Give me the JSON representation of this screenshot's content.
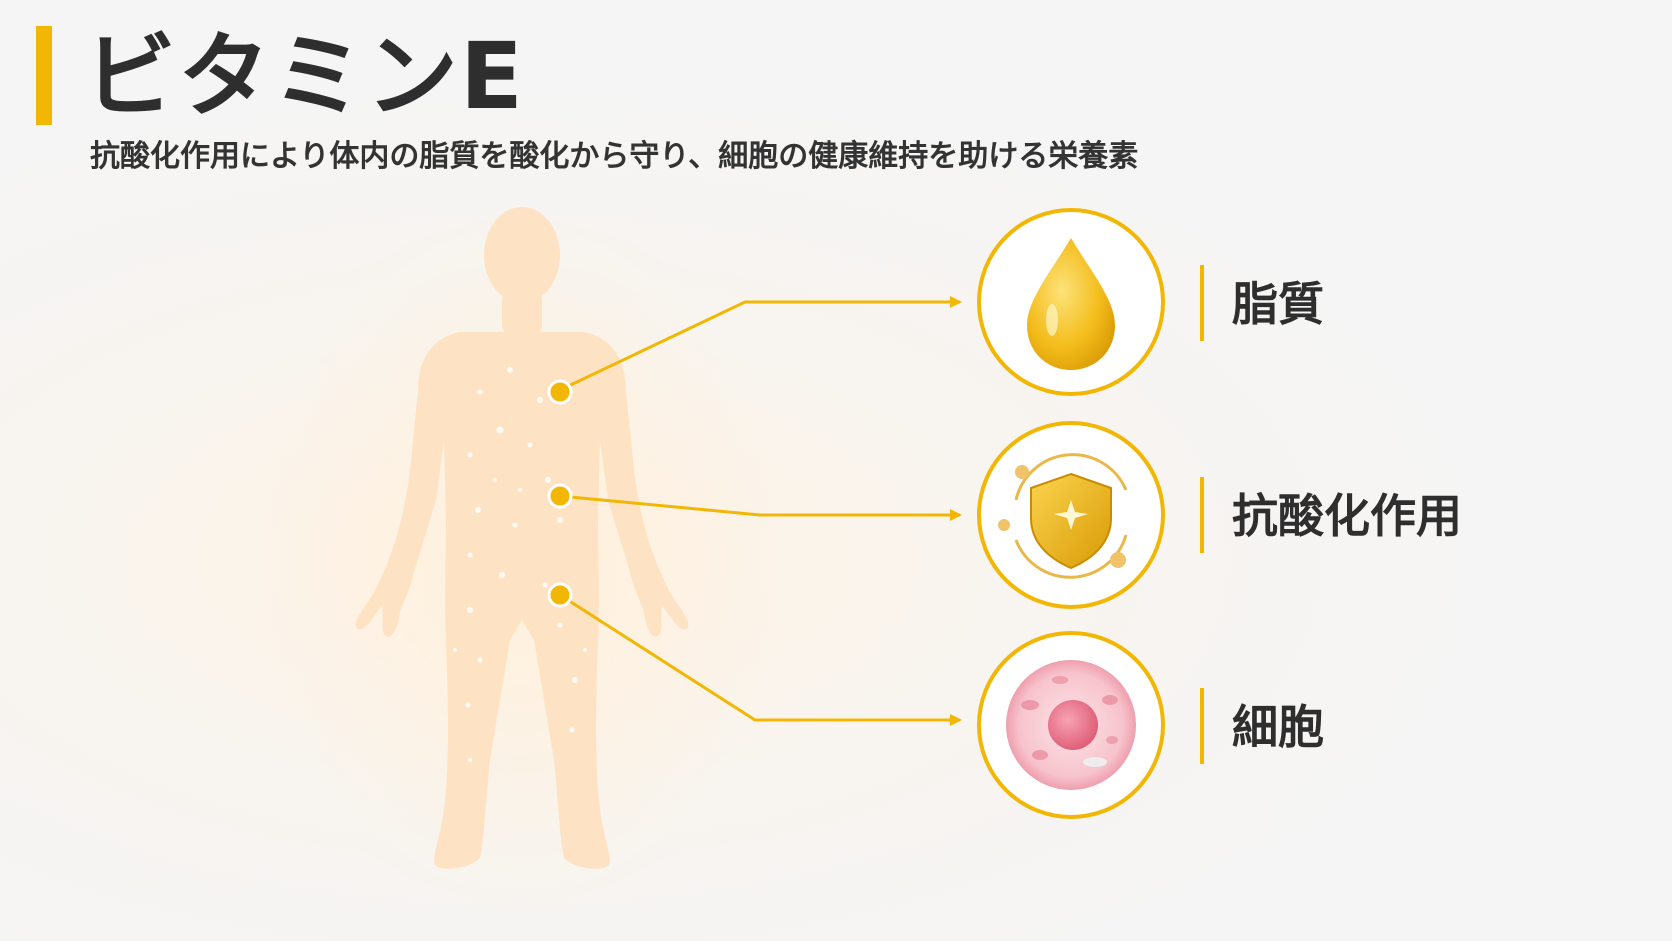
{
  "header": {
    "title": "ビタミンE",
    "subtitle": "抗酸化作用により体内の脂質を酸化から守り、細胞の健康維持を助ける栄養素"
  },
  "features": [
    {
      "label": "脂質",
      "icon": "oil-drop-icon"
    },
    {
      "label": "抗酸化作用",
      "icon": "shield-icon"
    },
    {
      "label": "細胞",
      "icon": "cell-icon"
    }
  ],
  "colors": {
    "accent": "#f2b705",
    "text": "#2e2e2e",
    "body": "#fde3c3",
    "cell": "#f2a9b5"
  }
}
